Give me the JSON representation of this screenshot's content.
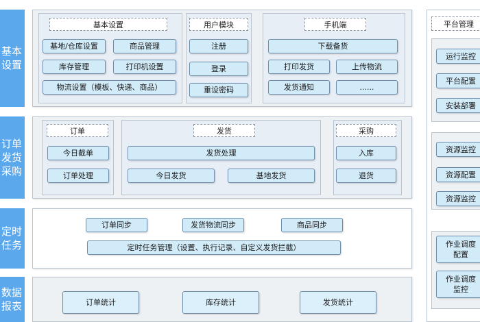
{
  "categories": [
    "基本\n设置",
    "订单\n发货\n采购",
    "定时\n任务",
    "数据\n报表"
  ],
  "basic_settings": {
    "title": "基本设置",
    "items": [
      "基地/仓库设置",
      "商品管理",
      "库存管理",
      "打印机设置",
      "物流设置（模板、快递、商品）"
    ]
  },
  "user_module": {
    "title": "用户模块",
    "items": [
      "注册",
      "登录",
      "重设密码"
    ]
  },
  "mobile": {
    "title": "手机端",
    "items": [
      "下载备货",
      "打印发货",
      "上传物流",
      "发货通知",
      "......"
    ]
  },
  "order": {
    "title": "订单",
    "items": [
      "今日截单",
      "订单处理"
    ]
  },
  "shipping": {
    "title": "发货",
    "items": [
      "发货处理",
      "今日发货",
      "基地发货"
    ]
  },
  "purchase": {
    "title": "采购",
    "items": [
      "入库",
      "退货"
    ]
  },
  "scheduled": {
    "items": [
      "订单同步",
      "发货物流同步",
      "商品同步",
      "定时任务管理（设置、执行记录、自定义发货拦截）"
    ]
  },
  "reports": {
    "items": [
      "订单统计",
      "库存统计",
      "发货统计"
    ]
  },
  "platform": {
    "title": "平台管理",
    "group1": [
      "运行监控",
      "平台配置",
      "安装部署"
    ],
    "group2": [
      "资源监控",
      "资源配置",
      "资源监控"
    ],
    "group3": [
      "作业调度\n配置",
      "作业调度\n监控"
    ]
  }
}
